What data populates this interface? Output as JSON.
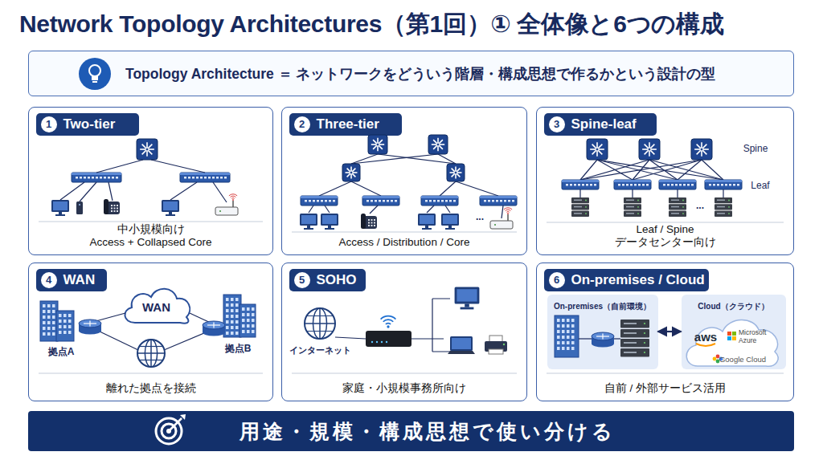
{
  "diagram": {
    "title": "Network Topology Architectures（第1回）① 全体像と6つの構成",
    "nodes": [
      {
        "text": [
          "Topology Architecture ＝ ネットワークをどういう階層・構成思想で作るかという設計の型"
        ]
      },
      {
        "text": [
          "中小規模向け",
          "Access + Collapsed Core"
        ]
      },
      {
        "text": [
          "1",
          "Two-tier"
        ],
        "in": 1
      },
      {
        "text": [
          "Access / Distribution / Core"
        ]
      },
      {
        "text": [
          "2",
          "Three-tier"
        ],
        "in": 3
      },
      {
        "text": [
          "Leaf / Spine",
          "データセンター向け"
        ]
      },
      {
        "text": [
          "3",
          "Spine-leaf"
        ],
        "in": 5
      },
      {
        "text": [
          "離れた拠点を接続"
        ]
      },
      {
        "text": [
          "4",
          "WAN"
        ],
        "in": 7
      },
      {
        "text": [
          "WAN"
        ],
        "in": 7
      },
      {
        "text": [
          "家庭・小規模事務所向け"
        ]
      },
      {
        "text": [
          "5",
          "SOHO"
        ],
        "in": 10
      },
      {
        "text": [
          "自前 / 外部サービス活用"
        ]
      },
      {
        "text": [
          "6",
          "On-premises / Cloud"
        ],
        "in": 12
      },
      {
        "text": [
          "On-premises（自前環境）"
        ],
        "in": 12
      },
      {
        "text": [
          "Cloud（クラウド）"
        ],
        "in": 12
      },
      {
        "text": [
          "用途・規模・構成思想で使い分ける"
        ]
      }
    ],
    "edges": [
      {
        "from": 14,
        "to": 15,
        "arrow": "both"
      }
    ],
    "labels": [
      "...",
      "Spine",
      "Leaf",
      "...",
      "拠点A",
      "拠点B",
      "インターネット",
      "aws",
      "Microsoft Azure",
      "Google Cloud"
    ]
  }
}
